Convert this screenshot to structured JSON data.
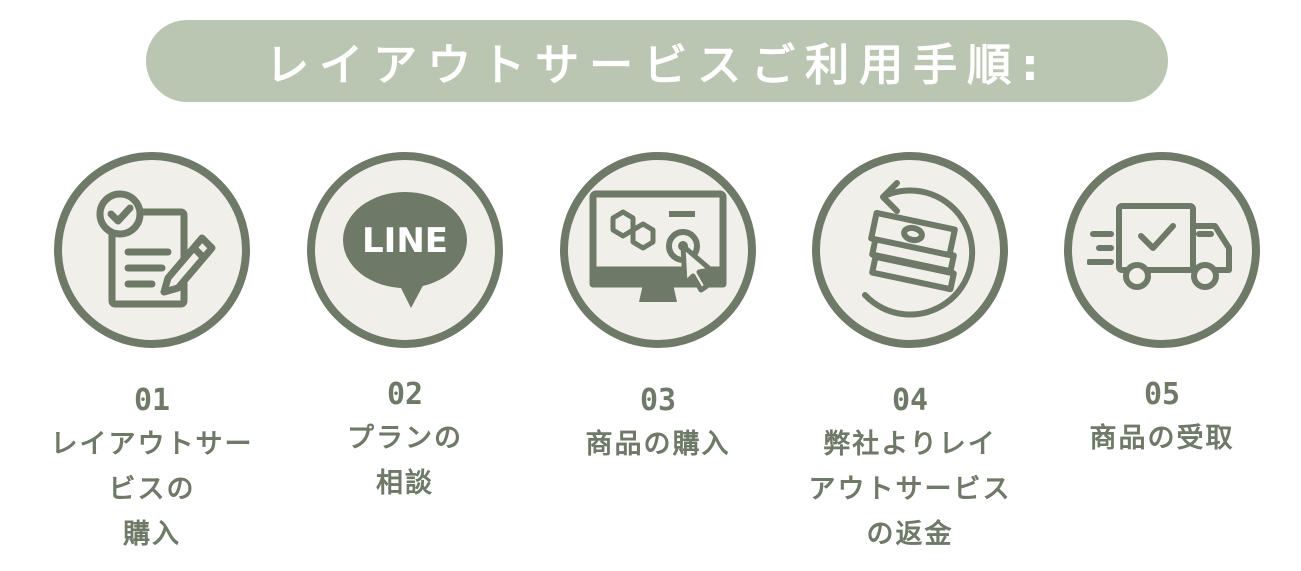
{
  "banner": {
    "title": "レイアウトサービスご利用手順:"
  },
  "colors": {
    "accent": "#6e7968",
    "banner_bg": "#bac5b2",
    "circle_bg": "#f0efea"
  },
  "steps": [
    {
      "number": "01",
      "label_lines": [
        "レイアウトサービスの",
        "購入"
      ],
      "icon": "checklist-pencil-icon"
    },
    {
      "number": "02",
      "label_lines": [
        "プランの",
        "相談"
      ],
      "icon": "line-chat-icon",
      "icon_text": "LINE"
    },
    {
      "number": "03",
      "label_lines": [
        "商品の購入"
      ],
      "icon": "monitor-click-icon"
    },
    {
      "number": "04",
      "label_lines": [
        "弊社よりレイ",
        "アウトサービス",
        "の返金"
      ],
      "icon": "money-refund-icon"
    },
    {
      "number": "05",
      "label_lines": [
        "商品の受取"
      ],
      "icon": "delivery-truck-icon"
    }
  ]
}
